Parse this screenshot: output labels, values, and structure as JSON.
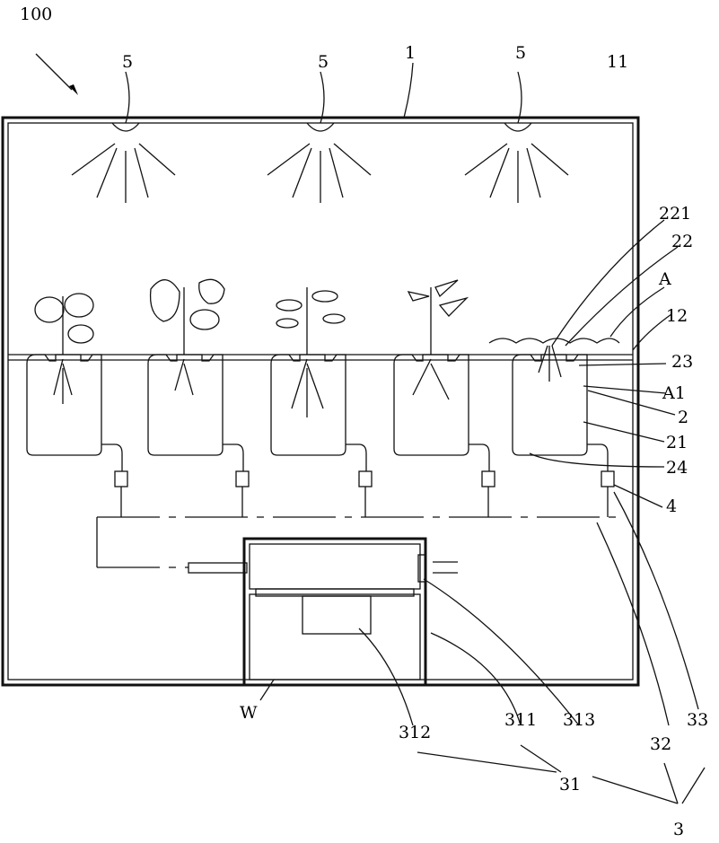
{
  "figure": {
    "ref_main": "100",
    "labels": {
      "light": "5",
      "chamber": "1",
      "space": "11",
      "sub221": "221",
      "l22": "22",
      "lA": "A",
      "l12": "12",
      "l23": "23",
      "lA1": "A1",
      "l2": "2",
      "l21": "21",
      "l24": "24",
      "l4": "4",
      "l33": "33",
      "l32": "32",
      "l313": "313",
      "l311": "311",
      "l312": "312",
      "lW": "W",
      "l31": "31",
      "l3": "3"
    }
  }
}
